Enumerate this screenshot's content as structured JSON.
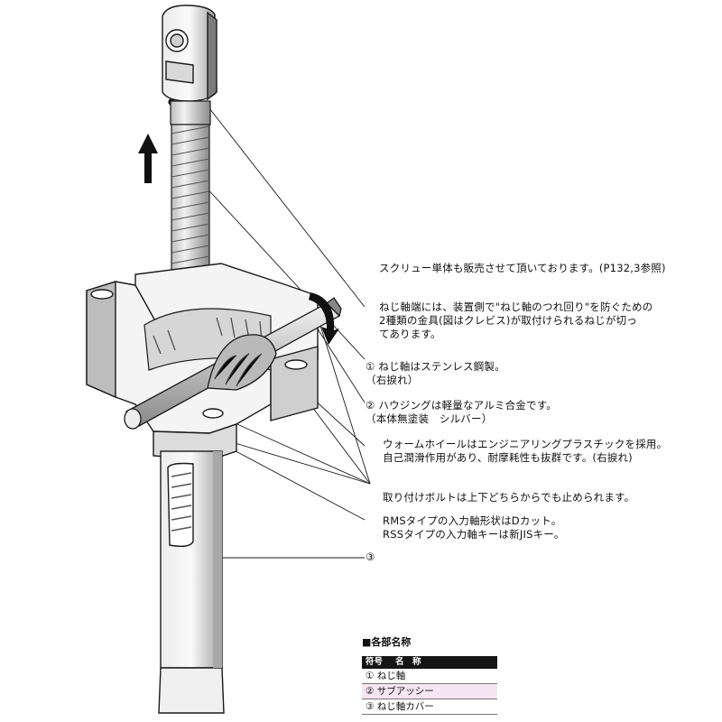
{
  "notes": [
    {
      "id": "sales",
      "lines": [
        "スクリュー単体も販売させて頂いております。(P132,3参照)"
      ]
    },
    {
      "id": "clevis",
      "lines": [
        "ねじ軸端には、装置側で\"ねじ軸のつれ回り\"を防ぐための",
        "2種類の金具(図はクレビス)が取付けられるねじが切っ",
        "てあります。"
      ]
    },
    {
      "id": "part1",
      "lines": [
        "① ねじ軸はステンレス鋼製。",
        "（右捩れ）"
      ]
    },
    {
      "id": "part2",
      "lines": [
        "② ハウジングは軽量なアルミ合金です。",
        "（本体無塗装　シルバー）"
      ]
    },
    {
      "id": "wheel",
      "lines": [
        "ウォームホイールはエンジニアリングプラスチックを採用。",
        "自己潤滑作用があり、耐摩耗性も抜群です。(右捩れ)"
      ]
    },
    {
      "id": "bolt",
      "lines": [
        "取り付けボルトは上下どちらからでも止められます。"
      ]
    },
    {
      "id": "shaft",
      "lines": [
        "RMSタイプの入力軸形状はDカット。",
        "RSSタイプの入力軸キーは新JISキー。"
      ]
    },
    {
      "id": "part3",
      "lines": [
        "③"
      ]
    }
  ],
  "legend": {
    "title": "■各部名称",
    "header": [
      "符号",
      "名　称"
    ],
    "rows": [
      "① ねじ軸",
      "② サブアッシー",
      "③ ねじ軸カバー"
    ]
  },
  "colors": {
    "line": "#1a1a1a",
    "shade": "#9a9a9a",
    "light": "#e6e6e6",
    "legend_header": "#151515",
    "legend_alt": "#f6e6f1"
  }
}
